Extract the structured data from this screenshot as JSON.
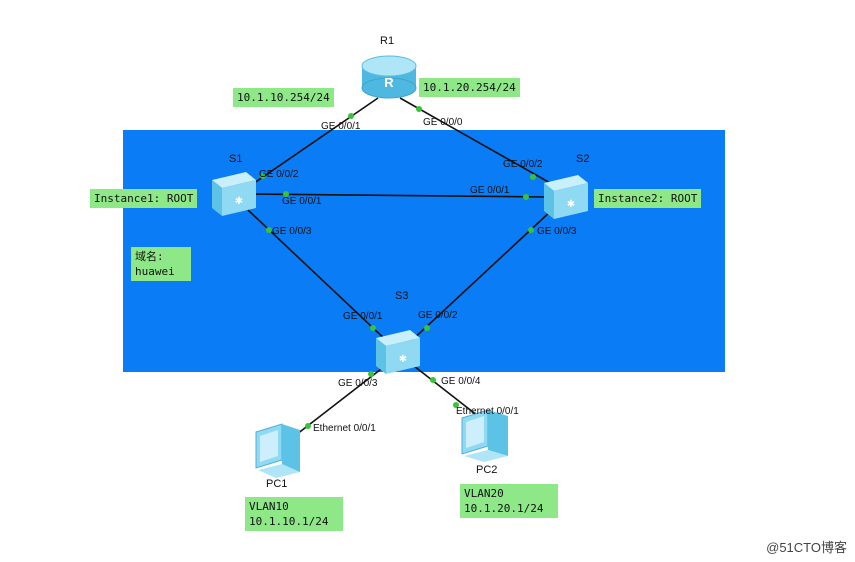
{
  "devices": {
    "r1": "R1",
    "s1": "S1",
    "s2": "S2",
    "s3": "S3",
    "pc1": "PC1",
    "pc2": "PC2"
  },
  "ports": {
    "r1_ge001": "GE 0/0/1",
    "r1_ge000": "GE 0/0/0",
    "s1_ge002": "GE 0/0/2",
    "s1_ge001": "GE 0/0/1",
    "s1_ge003": "GE 0/0/3",
    "s2_ge002": "GE 0/0/2",
    "s2_ge001": "GE 0/0/1",
    "s2_ge003": "GE 0/0/3",
    "s3_ge001": "GE 0/0/1",
    "s3_ge002": "GE 0/0/2",
    "s3_ge003": "GE 0/0/3",
    "s3_ge004": "GE 0/0/4",
    "pc1_eth": "Ethernet 0/0/1",
    "pc2_eth": "Ethernet 0/0/1"
  },
  "tags": {
    "r1_left_ip": "10.1.10.254/24",
    "r1_right_ip": "10.1.20.254/24",
    "s1_instance": "Instance1: ROOT",
    "s2_instance": "Instance2: ROOT",
    "domain_line1": "域名:",
    "domain_line2": "huawei",
    "pc1_vlan": "VLAN10",
    "pc1_ip": "10.1.10.1/24",
    "pc2_vlan": "VLAN20",
    "pc2_ip": "10.1.20.1/24"
  },
  "watermark": "@51CTO博客",
  "colors": {
    "region": "#0a7cf5",
    "tag": "#8ee888",
    "link": "#111111",
    "port_dot": "#38c438",
    "device": "#6fd0ef"
  }
}
